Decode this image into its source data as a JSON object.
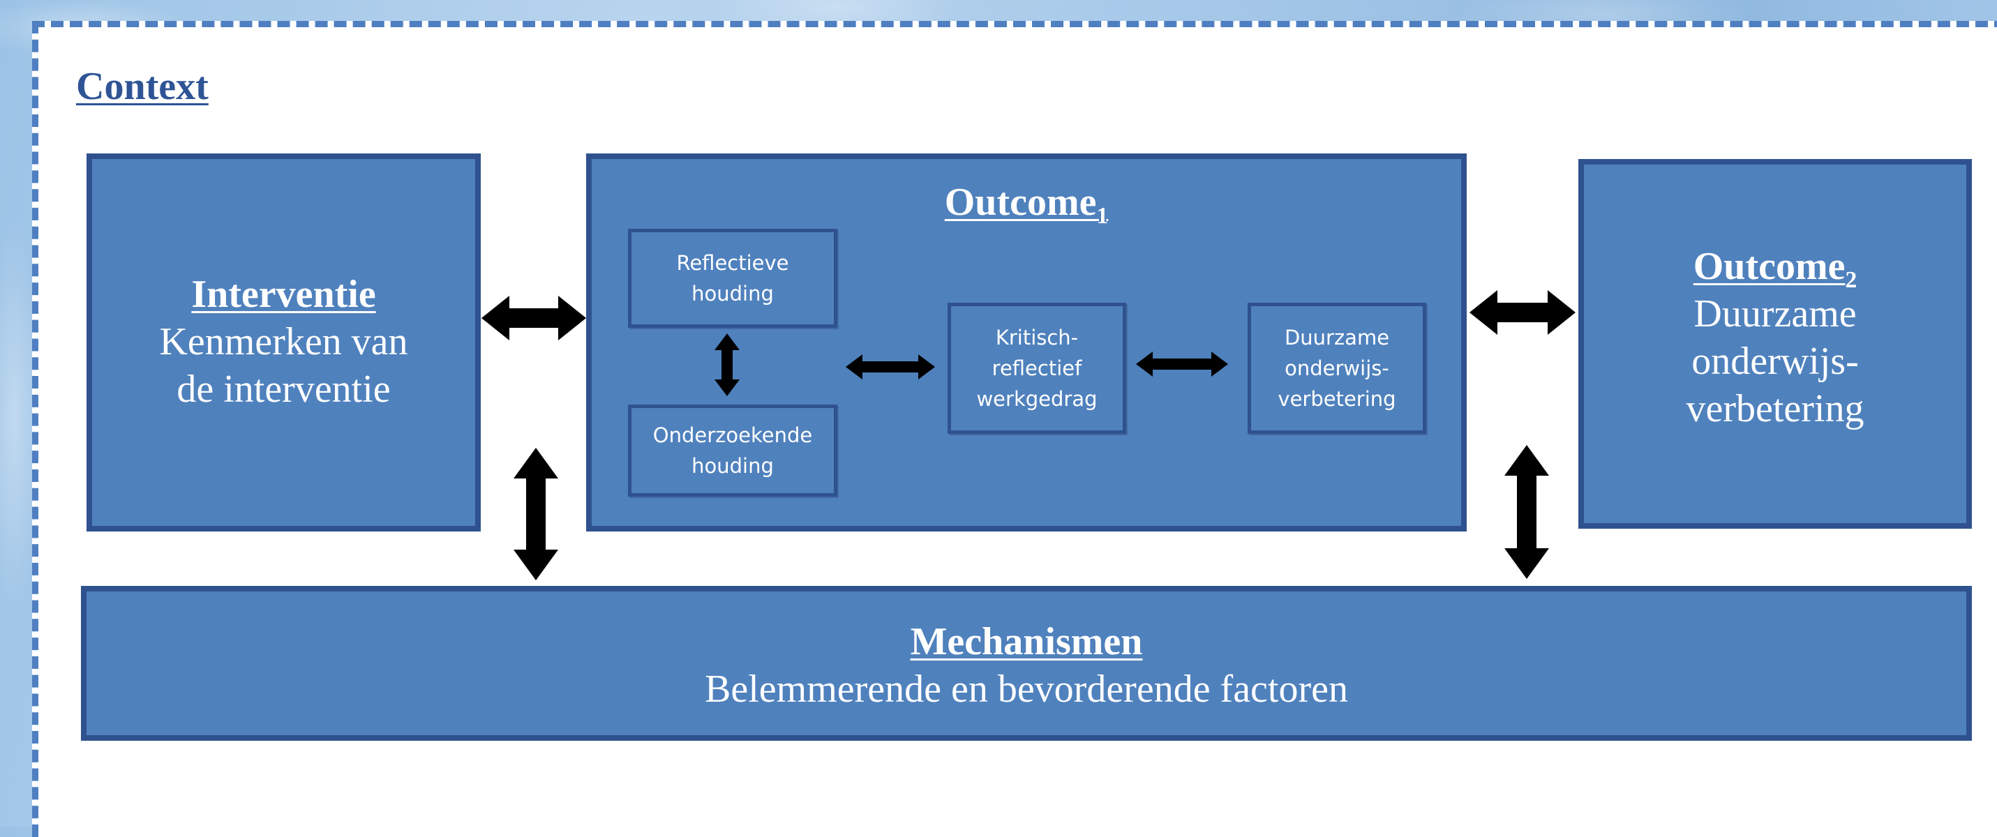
{
  "context": {
    "label": "Context"
  },
  "interventie": {
    "title": "Interventie",
    "line1": "Kenmerken van",
    "line2": "de interventie"
  },
  "outcome1": {
    "title": "Outcome",
    "subscript": "1",
    "items": {
      "reflectieve": [
        "Reflectieve",
        "houding"
      ],
      "onderzoekende": [
        "Onderzoekende",
        "houding"
      ],
      "kritisch": [
        "Kritisch-",
        "reflectief",
        "werkgedrag"
      ],
      "duurzaam": [
        "Duurzame",
        "onderwijs-",
        "verbetering"
      ]
    }
  },
  "outcome2": {
    "title": "Outcome",
    "subscript": "2",
    "line1": "Duurzame",
    "line2": "onderwijs-",
    "line3": "verbetering"
  },
  "mechanismen": {
    "title": "Mechanismen",
    "text": "Belemmerende en bevorderende factoren"
  },
  "colors": {
    "box_fill": "#4f81bd",
    "box_border": "#2f528f",
    "context_text": "#2f5496",
    "dashed_border": "#4f7fc0",
    "arrow": "#000000"
  }
}
